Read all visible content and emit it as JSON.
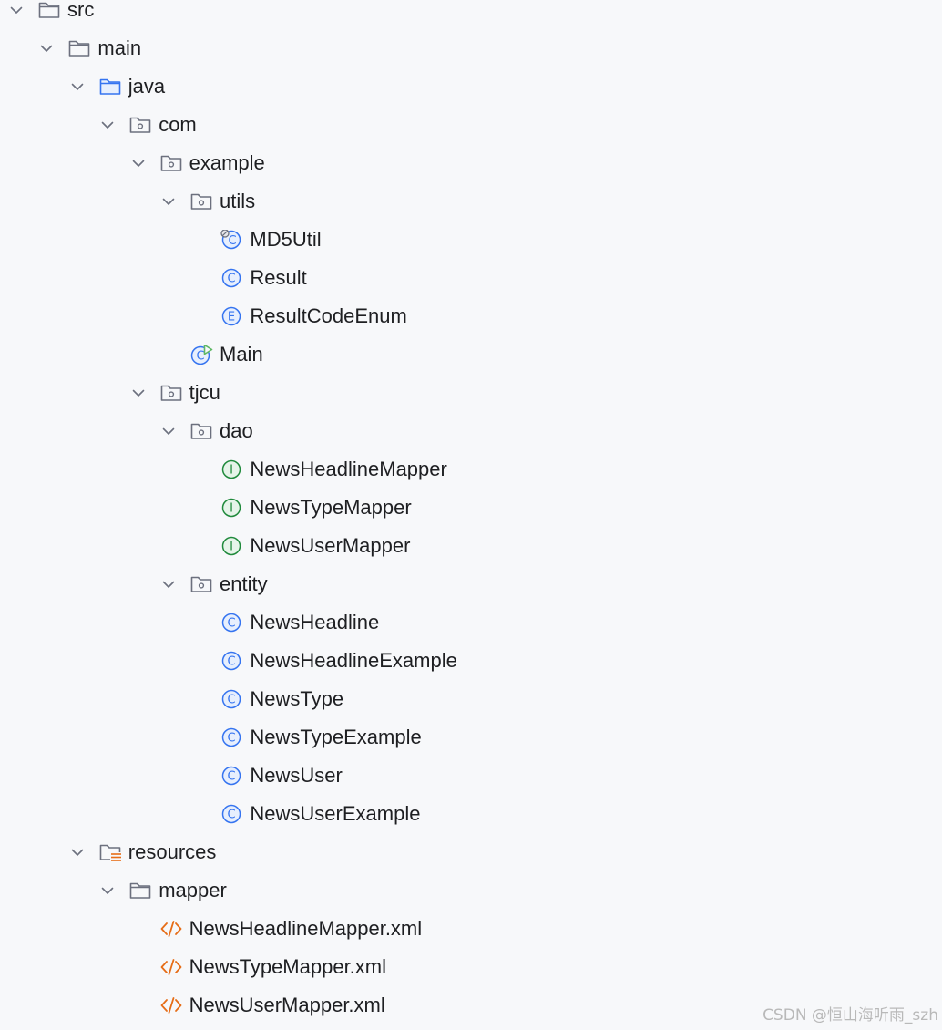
{
  "colors": {
    "class_icon": "#3574f0",
    "interface_icon": "#208a3c",
    "run_marker": "#5fb865",
    "xml_icon": "#e66d17",
    "resource_lines": "#e66d17",
    "folder_stroke": "#6c707e",
    "source_folder_stroke": "#3574f0",
    "chevron": "#6c707e",
    "text": "#1e1f22",
    "watermark": "#b9b9b9"
  },
  "tree": [
    {
      "label": "src",
      "depth": 0,
      "icon": "folder-icon",
      "expanded": true
    },
    {
      "label": "main",
      "depth": 1,
      "icon": "folder-icon",
      "expanded": true
    },
    {
      "label": "java",
      "depth": 2,
      "icon": "source-folder-icon",
      "expanded": true
    },
    {
      "label": "com",
      "depth": 3,
      "icon": "package-icon",
      "expanded": true
    },
    {
      "label": "example",
      "depth": 4,
      "icon": "package-icon",
      "expanded": true
    },
    {
      "label": "utils",
      "depth": 5,
      "icon": "package-icon",
      "expanded": true
    },
    {
      "label": "MD5Util",
      "depth": 6,
      "icon": "abstract-class-icon"
    },
    {
      "label": "Result",
      "depth": 6,
      "icon": "class-icon"
    },
    {
      "label": "ResultCodeEnum",
      "depth": 6,
      "icon": "enum-icon"
    },
    {
      "label": "Main",
      "depth": 5,
      "icon": "runnable-class-icon"
    },
    {
      "label": "tjcu",
      "depth": 4,
      "icon": "package-icon",
      "expanded": true
    },
    {
      "label": "dao",
      "depth": 5,
      "icon": "package-icon",
      "expanded": true
    },
    {
      "label": "NewsHeadlineMapper",
      "depth": 6,
      "icon": "interface-icon"
    },
    {
      "label": "NewsTypeMapper",
      "depth": 6,
      "icon": "interface-icon"
    },
    {
      "label": "NewsUserMapper",
      "depth": 6,
      "icon": "interface-icon"
    },
    {
      "label": "entity",
      "depth": 5,
      "icon": "package-icon",
      "expanded": true
    },
    {
      "label": "NewsHeadline",
      "depth": 6,
      "icon": "class-icon"
    },
    {
      "label": "NewsHeadlineExample",
      "depth": 6,
      "icon": "class-icon"
    },
    {
      "label": "NewsType",
      "depth": 6,
      "icon": "class-icon"
    },
    {
      "label": "NewsTypeExample",
      "depth": 6,
      "icon": "class-icon"
    },
    {
      "label": "NewsUser",
      "depth": 6,
      "icon": "class-icon"
    },
    {
      "label": "NewsUserExample",
      "depth": 6,
      "icon": "class-icon"
    },
    {
      "label": "resources",
      "depth": 2,
      "icon": "resources-folder-icon",
      "expanded": true
    },
    {
      "label": "mapper",
      "depth": 3,
      "icon": "folder-icon",
      "expanded": true
    },
    {
      "label": "NewsHeadlineMapper.xml",
      "depth": 4,
      "icon": "xml-file-icon"
    },
    {
      "label": "NewsTypeMapper.xml",
      "depth": 4,
      "icon": "xml-file-icon"
    },
    {
      "label": "NewsUserMapper.xml",
      "depth": 4,
      "icon": "xml-file-icon"
    }
  ],
  "watermark": "CSDN @恒山海听雨_szh"
}
